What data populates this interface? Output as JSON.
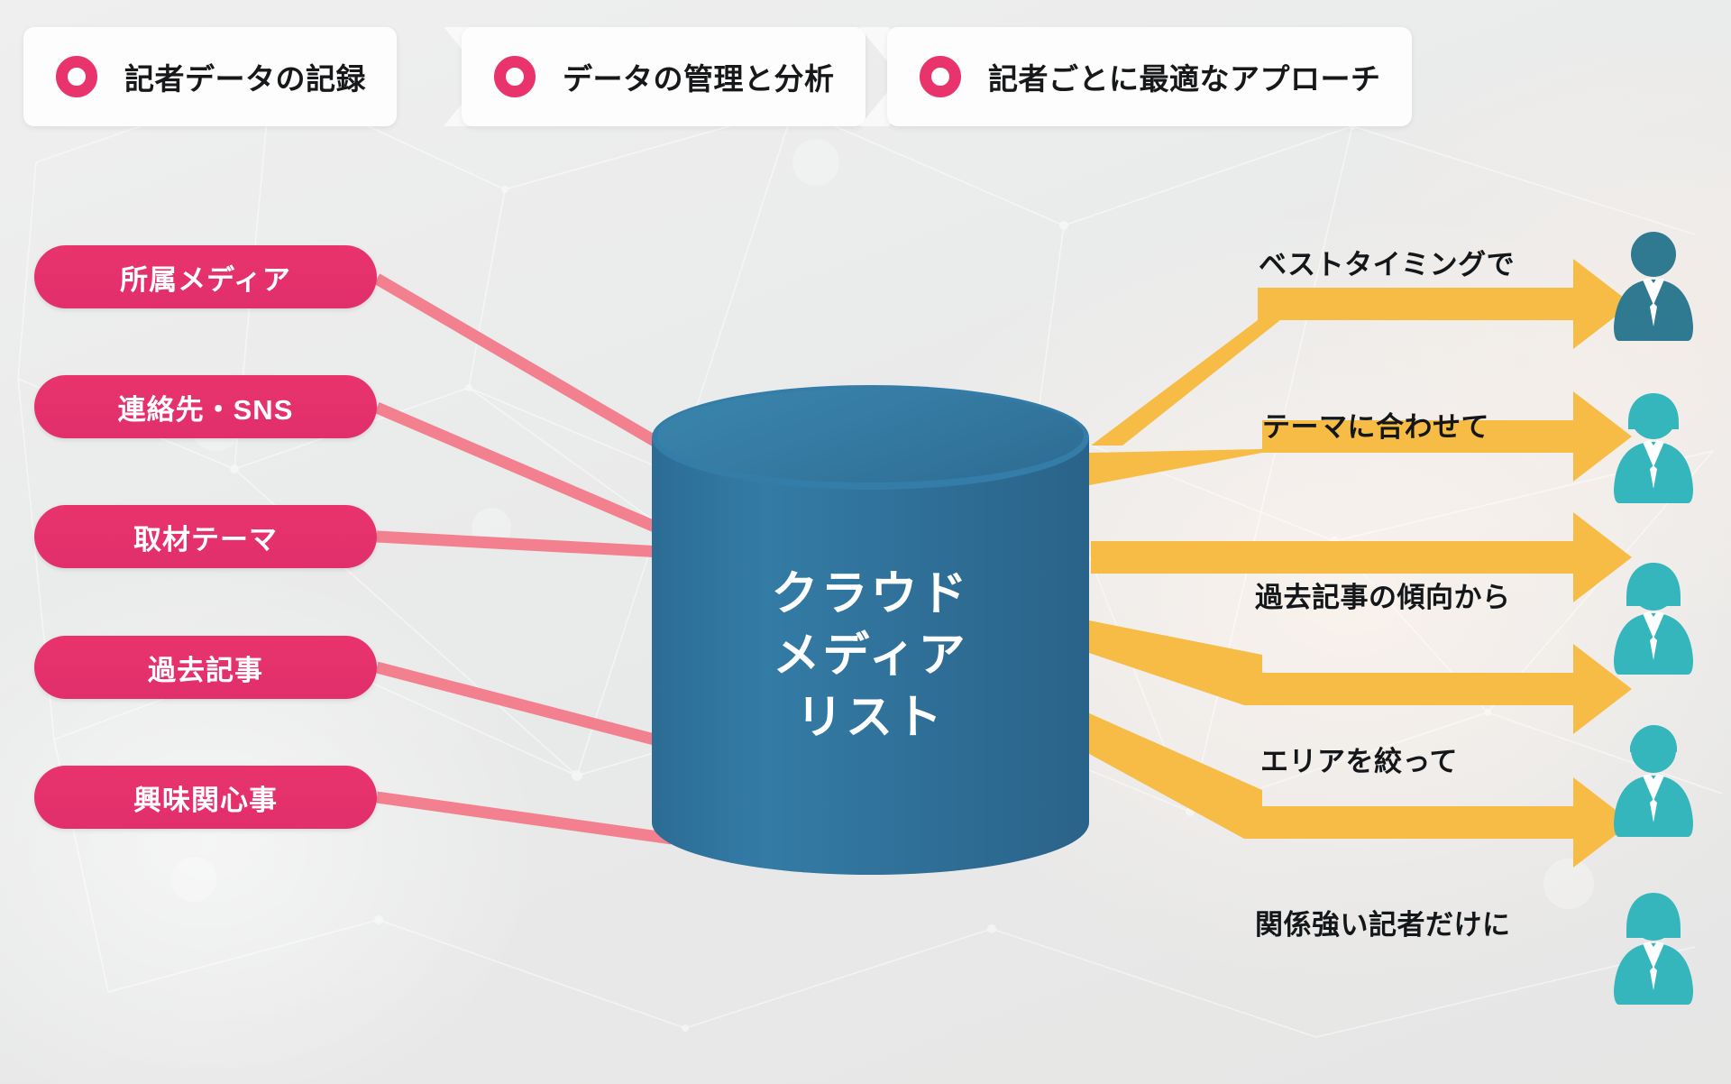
{
  "steps": [
    {
      "icon": "circle-ring-icon",
      "label": "記者データの記録"
    },
    {
      "icon": "circle-ring-icon",
      "label": "データの管理と分析"
    },
    {
      "icon": "circle-ring-icon",
      "label": "記者ごとに最適なアプローチ"
    }
  ],
  "inputs": [
    {
      "label": "所属メディア"
    },
    {
      "label": "連絡先・SNS"
    },
    {
      "label": "取材テーマ"
    },
    {
      "label": "過去記事"
    },
    {
      "label": "興味関心事"
    }
  ],
  "hub": {
    "line1": "クラウド",
    "line2": "メディア",
    "line3": "リスト"
  },
  "outputs": [
    {
      "label": "ベストタイミングで",
      "icon": "person-icon"
    },
    {
      "label": "テーマに合わせて",
      "icon": "person-icon"
    },
    {
      "label": "過去記事の傾向から",
      "icon": "person-icon"
    },
    {
      "label": "エリアを絞って",
      "icon": "person-icon"
    },
    {
      "label": "関係強い記者だけに",
      "icon": "person-icon"
    }
  ],
  "colors": {
    "pink": "#E8336D",
    "pink_line": "#F2808F",
    "cylinder_blue": "#2F74A0",
    "arrow_amber": "#F6BC45",
    "person_teal": "#35B6BC",
    "person_dark": "#2B6C86",
    "background": "#ECECEC",
    "text_dark": "#14171A"
  }
}
